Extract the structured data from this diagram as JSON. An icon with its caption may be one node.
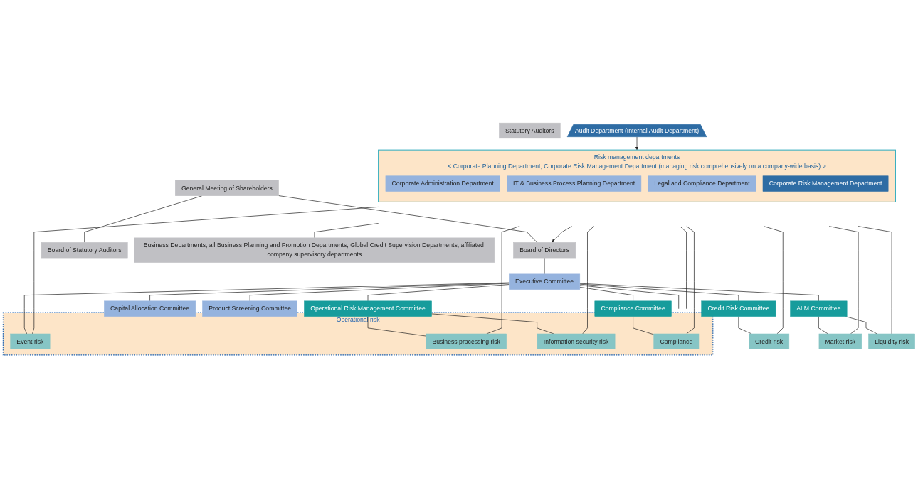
{
  "diagram": {
    "nodes": [
      {
        "text": [
          "General Meeting of Shareholders"
        ]
      },
      {
        "text": [
          "Board of Directors"
        ]
      },
      {
        "text": [
          "Board of Statutory Auditors"
        ]
      },
      {
        "text": [
          "Statutory Auditors"
        ]
      },
      {
        "text": [
          "Executive Committee"
        ]
      },
      {
        "text": [
          "Credit Risk Committee"
        ]
      },
      {
        "text": [
          "ALM Committee"
        ]
      },
      {
        "text": [
          "Capital Allocation Committee"
        ]
      },
      {
        "text": [
          "Product Screening Committee"
        ]
      },
      {
        "text": [
          "Operational Risk Management Committee"
        ]
      },
      {
        "text": [
          "Compliance Committee"
        ]
      },
      {
        "text": [
          "Credit risk"
        ]
      },
      {
        "text": [
          "Market risk"
        ]
      },
      {
        "text": [
          "Liquidity risk"
        ]
      },
      {
        "text": [
          "Operational risk"
        ]
      },
      {
        "text": [
          "Event risk"
        ],
        "in": 14
      },
      {
        "text": [
          "Business processing risk"
        ],
        "in": 14
      },
      {
        "text": [
          "Information security risk"
        ],
        "in": 14
      },
      {
        "text": [
          "Compliance"
        ],
        "in": 14
      },
      {
        "text": [
          "Risk management departments",
          "< Corporate Planning Department, Corporate Risk Management Department (managing risk comprehensively on a company-wide basis) >"
        ]
      },
      {
        "text": [
          "Corporate Administration Department"
        ],
        "in": 19
      },
      {
        "text": [
          "IT & Business Process Planning Department"
        ],
        "in": 19
      },
      {
        "text": [
          "Legal and Compliance Department"
        ],
        "in": 19
      },
      {
        "text": [
          "Corporate Risk Management Department"
        ],
        "in": 19
      },
      {
        "text": [
          "Business Departments, all Business Planning and Promotion Departments, Global Credit Supervision Departments, affiliated company supervisory departments"
        ]
      },
      {
        "text": [
          "Audit Department (Internal Audit Department)"
        ]
      }
    ],
    "edges": [
      {
        "from": 0,
        "to": 1,
        "arrow": "none"
      },
      {
        "from": 0,
        "to": 2,
        "arrow": "none"
      },
      {
        "from": 1,
        "to": 4,
        "arrow": "none"
      },
      {
        "from": 4,
        "to": 5,
        "arrow": "none"
      },
      {
        "from": 4,
        "to": 6,
        "arrow": "none"
      },
      {
        "from": 4,
        "to": 7,
        "arrow": "none"
      },
      {
        "from": 4,
        "to": 8,
        "arrow": "none"
      },
      {
        "from": 4,
        "to": 14,
        "arrow": "none"
      },
      {
        "from": 4,
        "to": 15,
        "arrow": "none"
      },
      {
        "from": 4,
        "to": 9,
        "arrow": "none"
      },
      {
        "from": 4,
        "to": 10,
        "arrow": "none"
      },
      {
        "from": 5,
        "to": 11,
        "arrow": "none"
      },
      {
        "from": 6,
        "to": 12,
        "arrow": "none"
      },
      {
        "from": 6,
        "to": 13,
        "arrow": "none"
      },
      {
        "from": 9,
        "to": 16,
        "arrow": "none"
      },
      {
        "from": 9,
        "to": 17,
        "arrow": "none"
      },
      {
        "from": 10,
        "to": 18,
        "arrow": "none"
      },
      {
        "from": 11,
        "to": 19,
        "arrow": "none"
      },
      {
        "from": 12,
        "to": 19,
        "arrow": "none"
      },
      {
        "from": 13,
        "to": 19,
        "arrow": "none"
      },
      {
        "from": 14,
        "to": 19,
        "arrow": "none"
      },
      {
        "from": 15,
        "to": 19,
        "arrow": "none"
      },
      {
        "from": 16,
        "to": 19,
        "arrow": "none"
      },
      {
        "from": 17,
        "to": 19,
        "arrow": "none"
      },
      {
        "from": 18,
        "to": 19,
        "arrow": "none"
      },
      {
        "from": 19,
        "to": 1,
        "arrow": "to"
      },
      {
        "from": 19,
        "to": 24,
        "arrow": "none"
      },
      {
        "from": 25,
        "to": 19,
        "arrow": "to"
      }
    ]
  }
}
